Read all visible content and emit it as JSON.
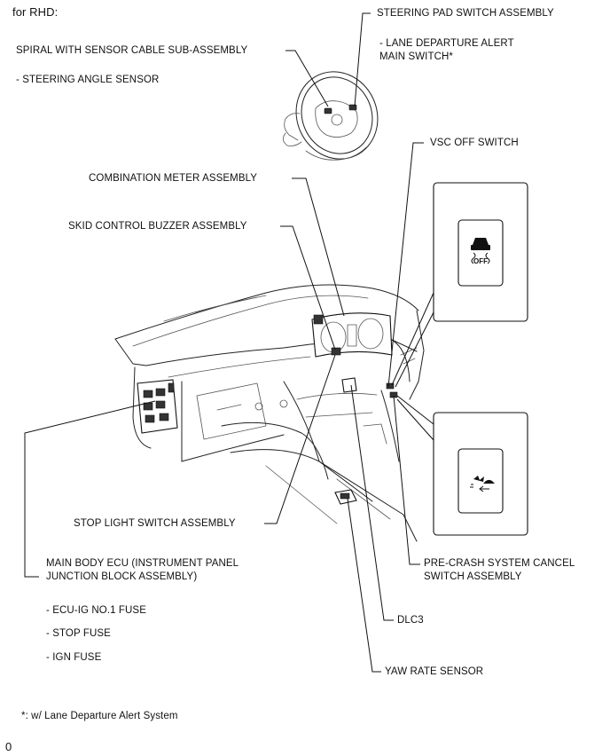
{
  "title": "for RHD:",
  "labels": {
    "steering_pad": "STEERING PAD SWITCH ASSEMBLY",
    "lda_main_1": "- LANE DEPARTURE ALERT",
    "lda_main_2": "MAIN SWITCH*",
    "spiral": "SPIRAL WITH SENSOR CABLE SUB-ASSEMBLY",
    "steering_angle": "- STEERING ANGLE SENSOR",
    "vsc_off": "VSC OFF SWITCH",
    "combination_meter": "COMBINATION METER ASSEMBLY",
    "skid_buzzer": "SKID CONTROL BUZZER ASSEMBLY",
    "stop_light": "STOP LIGHT SWITCH ASSEMBLY",
    "main_body_1": "MAIN BODY ECU (INSTRUMENT PANEL",
    "main_body_2": "JUNCTION BLOCK ASSEMBLY)",
    "ecu_ig": "- ECU-IG NO.1 FUSE",
    "stop_fuse": "- STOP FUSE",
    "ign_fuse": "- IGN FUSE",
    "pcs_cancel_1": "PRE-CRASH SYSTEM CANCEL",
    "pcs_cancel_2": "SWITCH ASSEMBLY",
    "dlc3": "DLC3",
    "yaw_rate": "YAW RATE SENSOR"
  },
  "vsc_icon_text": "OFF",
  "footnote": "*: w/ Lane Departure Alert System",
  "page_number": "0",
  "icons": [
    "vsc-off-icon",
    "pre-crash-icon"
  ]
}
